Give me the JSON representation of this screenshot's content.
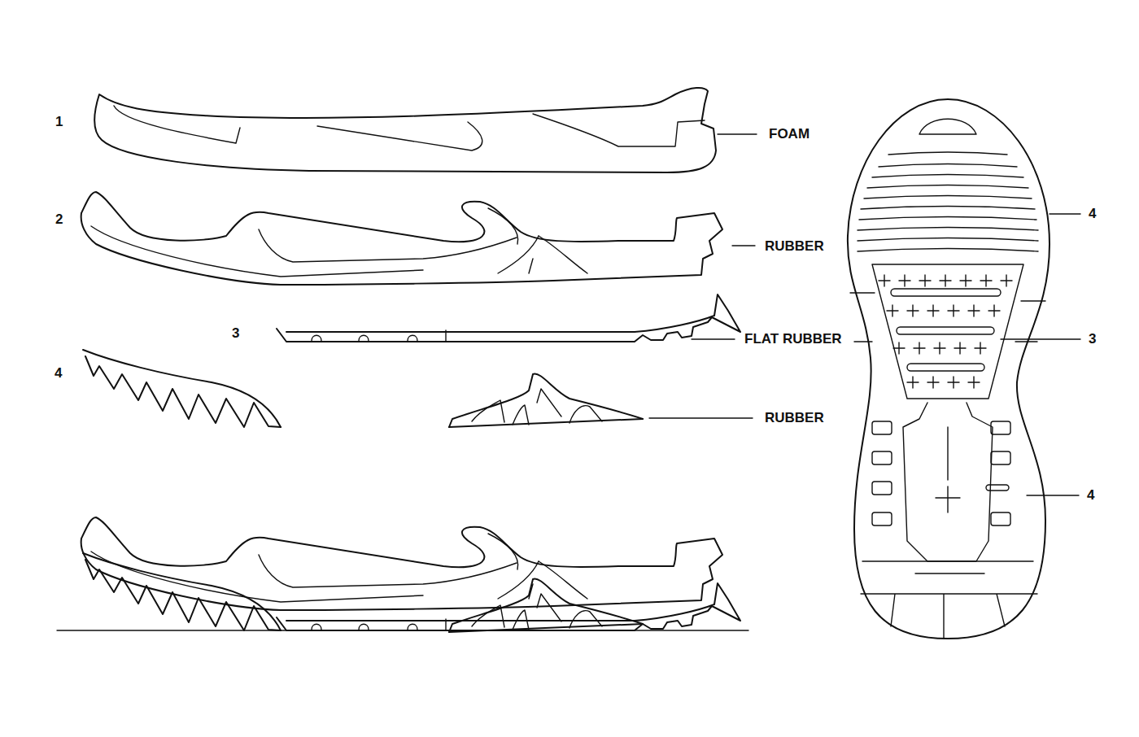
{
  "diagram": {
    "labels": [
      "1",
      "FOAM",
      "2",
      "RUBBER",
      "3",
      "FLAT RUBBER",
      "4",
      "RUBBER",
      "4",
      "3",
      "4"
    ]
  }
}
